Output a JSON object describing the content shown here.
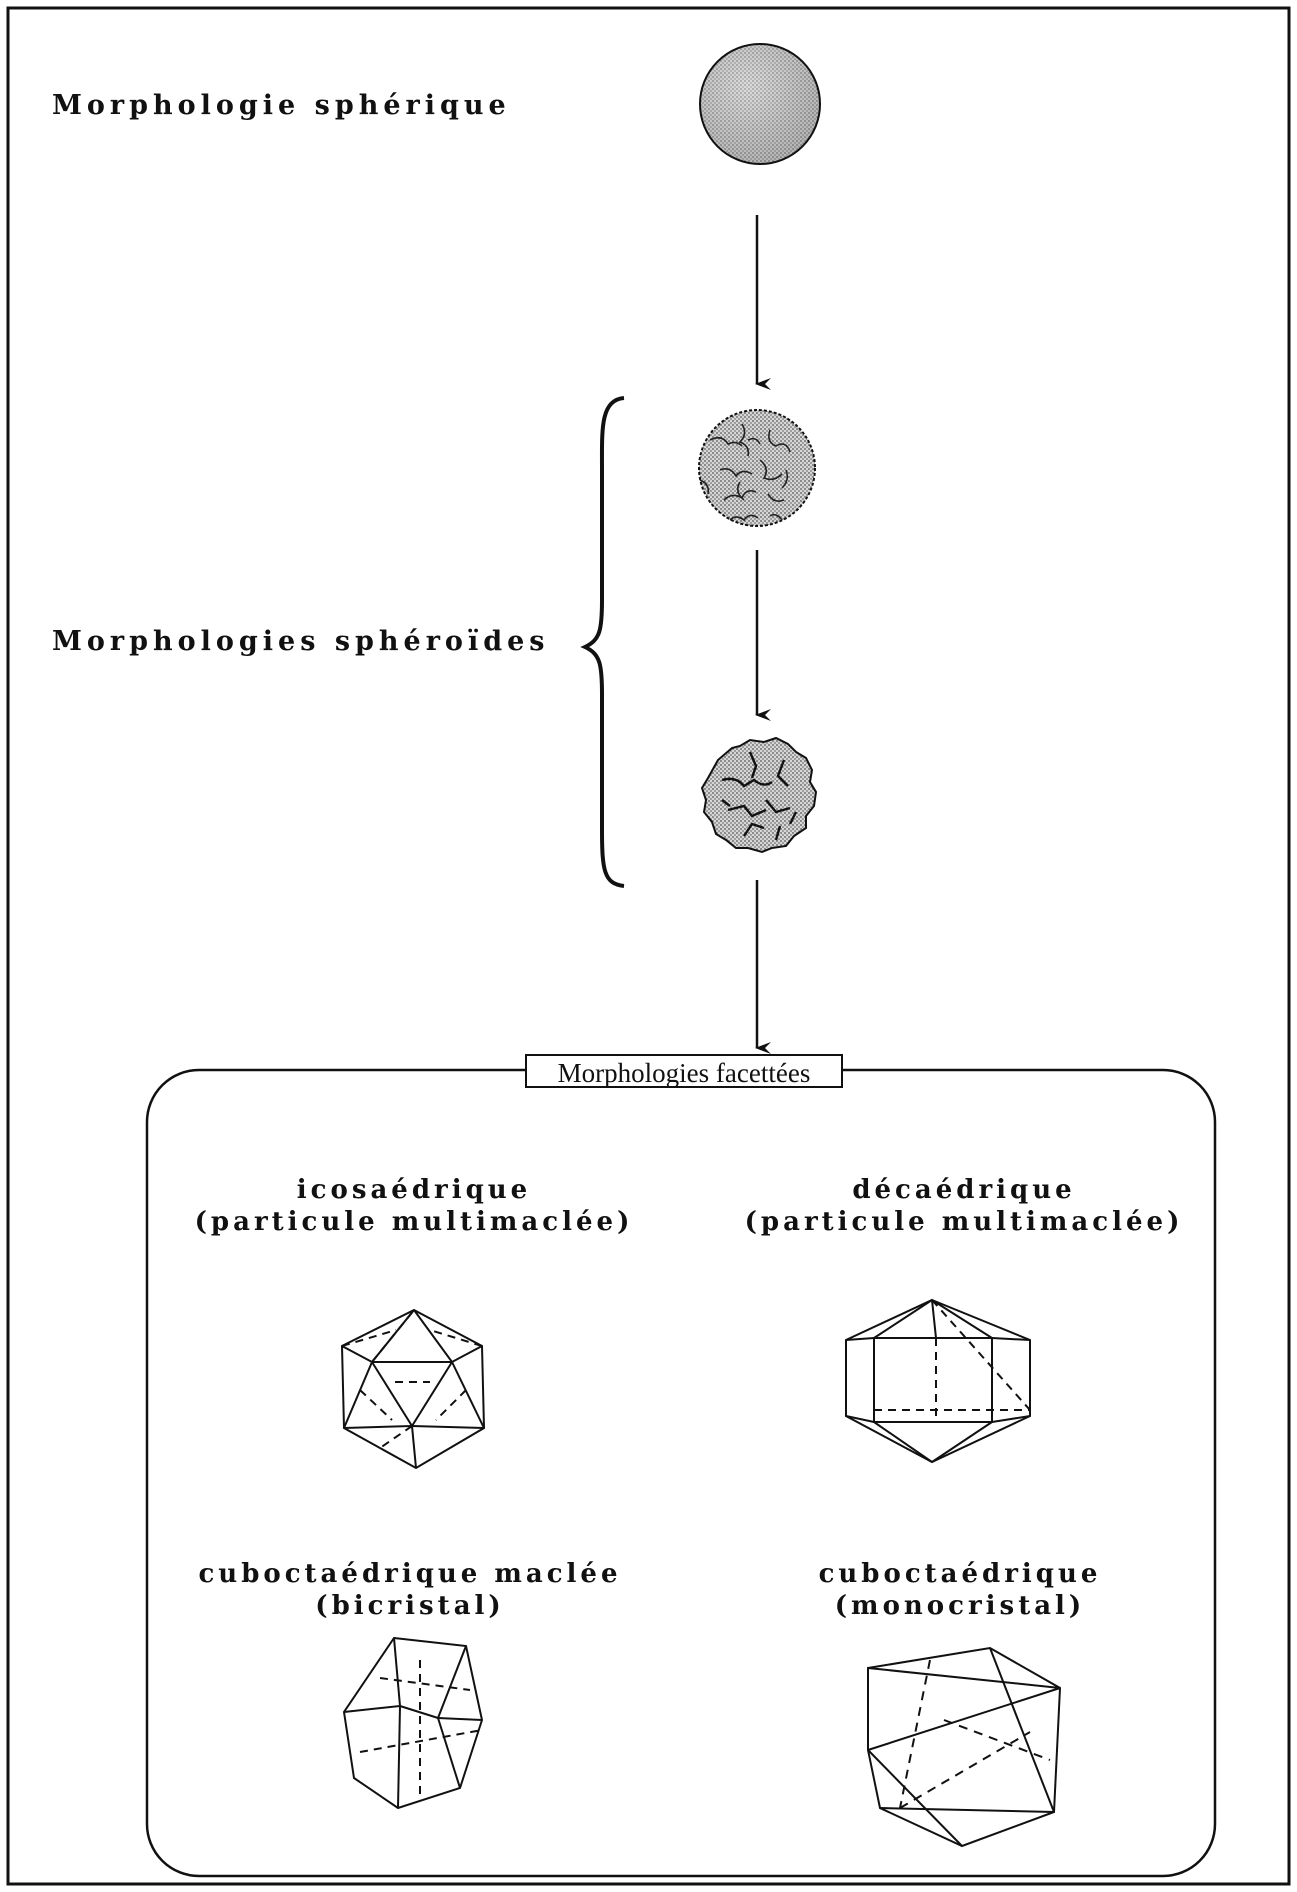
{
  "labels": {
    "spherique": "Morphologie sphérique",
    "spheroides": "Morphologies sphéroïdes",
    "facettees": "Morphologies facettées"
  },
  "shapes": [
    {
      "id": "icosa",
      "line1": "icosaédrique",
      "line2": "(particule multimaclée)"
    },
    {
      "id": "deca",
      "line1": "décaédrique",
      "line2": "(particule multimaclée)"
    },
    {
      "id": "cubo-maclee",
      "line1": "cuboctaédrique maclée",
      "line2": "(bicristal)"
    },
    {
      "id": "cubo-mono",
      "line1": "cuboctaédrique",
      "line2": "(monocristal)"
    }
  ],
  "colors": {
    "ink": "#111111",
    "fill": "#bdbdbd"
  }
}
